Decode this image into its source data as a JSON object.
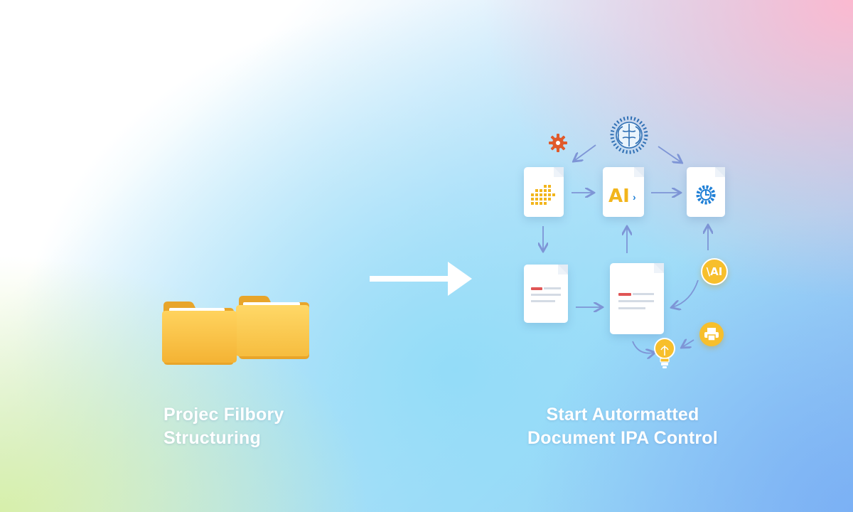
{
  "left_label": {
    "line1": "Projec Filbory",
    "line2": "Structuring"
  },
  "right_label": {
    "line1": "Start Autormatted",
    "line2": "Document IPA Control"
  },
  "ai_doc_text": "AI",
  "ai_doc_arrow": "›",
  "ai_badge_text": "\\AI",
  "icons": [
    "folder-icon",
    "arrow-right-icon",
    "brain-gear-icon",
    "gear-icon",
    "grid-document-icon",
    "ai-document-icon",
    "gear-document-icon",
    "text-document-icon",
    "ai-badge-icon",
    "lightbulb-icon",
    "printer-icon",
    "flow-arrow-icon"
  ],
  "colors": {
    "folder": "#f7c03f",
    "accent_yellow": "#f2b51c",
    "arrow": "#7e95d6",
    "brain": "#2f6fb4",
    "gear_red": "#e05a2b",
    "text_red": "#e05555"
  }
}
